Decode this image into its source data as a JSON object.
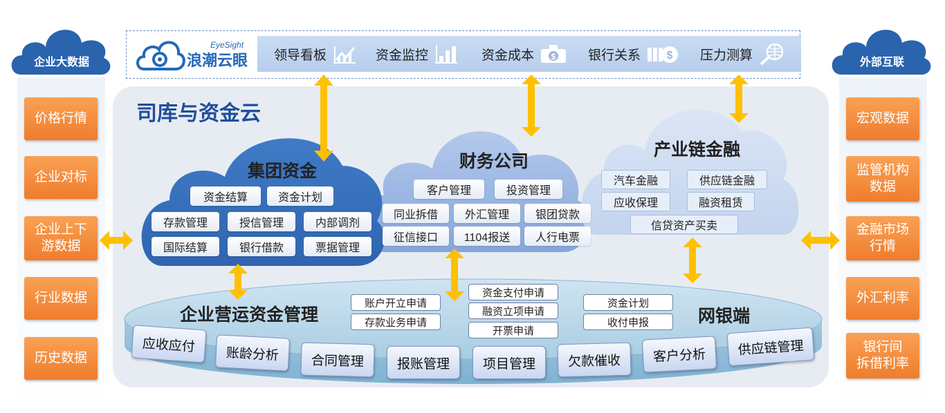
{
  "left_panel": {
    "title": "企业大数据",
    "items": [
      "价格行情",
      "企业对标",
      "企业上下\n游数据",
      "行业数据",
      "历史数据"
    ]
  },
  "right_panel": {
    "title": "外部互联",
    "items": [
      "宏观数据",
      "监管机构\n数据",
      "金融市场\n行情",
      "外汇利率",
      "银行间\n拆借利率"
    ]
  },
  "header": {
    "logo_small": "EyeSight",
    "logo_text": "浪潮云眼",
    "nav": [
      {
        "label": "领导看板",
        "icon": "chart-line-icon"
      },
      {
        "label": "资金监控",
        "icon": "bar-chart-icon"
      },
      {
        "label": "资金成本",
        "icon": "money-bag-icon"
      },
      {
        "label": "银行关系",
        "icon": "coins-icon"
      },
      {
        "label": "压力测算",
        "icon": "globe-search-icon"
      }
    ]
  },
  "main": {
    "title": "司库与资金云",
    "group_cloud": {
      "title": "集团资金",
      "items": [
        "资金结算",
        "资金计划",
        "存款管理",
        "授信管理",
        "内部调剂",
        "国际结算",
        "银行借款",
        "票据管理"
      ]
    },
    "finance_cloud": {
      "title": "财务公司",
      "items": [
        "客户管理",
        "投资管理",
        "同业拆借",
        "外汇管理",
        "银团贷款",
        "征信接口",
        "1104报送",
        "人行电票"
      ]
    },
    "chain_cloud": {
      "title": "产业链金融",
      "items": [
        "汽车金融",
        "供应链金融",
        "应收保理",
        "融资租赁",
        "信贷资产买卖"
      ]
    },
    "disk": {
      "left_title": "企业营运资金管理",
      "right_title": "网银端",
      "pills_a": [
        "账户开立申请",
        "存款业务申请"
      ],
      "pills_b": [
        "资金支付申请",
        "融资立项申请",
        "开票申请"
      ],
      "pills_c": [
        "资金计划",
        "收付申报"
      ],
      "tabs": [
        "应收应付",
        "账龄分析",
        "合同管理",
        "报账管理",
        "项目管理",
        "欠款催收",
        "客户分析",
        "供应链管理"
      ]
    }
  },
  "colors": {
    "primary_blue": "#2d68b4",
    "orange": "#f28a37",
    "arrow_yellow": "#ffc000",
    "title_blue": "#1f4e9a"
  }
}
